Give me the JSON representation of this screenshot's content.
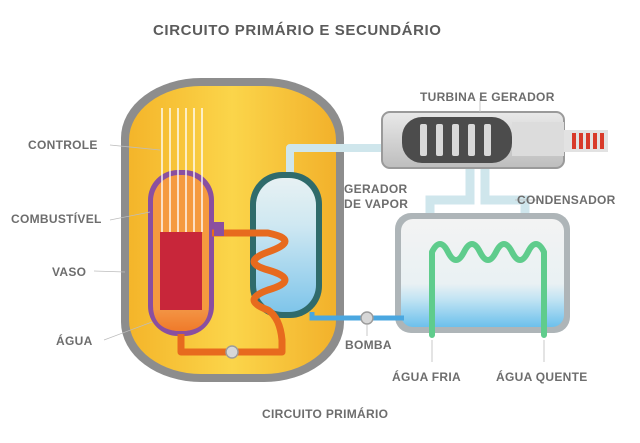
{
  "title": "CIRCUITO PRIMÁRIO E SECUNDÁRIO",
  "labels": {
    "controle": "CONTROLE",
    "combustivel": "COMBUSTÍVEL",
    "vaso": "VASO",
    "agua": "ÁGUA",
    "turbina_gerador": "TURBINA E GERADOR",
    "gerador_vapor_line1": "GERADOR",
    "gerador_vapor_line2": "DE VAPOR",
    "condensador": "CONDENSADOR",
    "bomba": "BOMBA",
    "agua_fria": "ÁGUA FRIA",
    "agua_quente": "ÁGUA QUENTE",
    "circuito_primario": "CIRCUITO PRIMÁRIO"
  },
  "colors": {
    "vessel_outline": "#8a8a8a",
    "vessel_fill": "#f6c12b",
    "fuel": "#c8263a",
    "primary_pipe": "#e76a1e",
    "steam_generator_water": "#a9d8ee",
    "secondary_pipe": "#cfe7ee",
    "condenser_coil": "#5ecb8b",
    "condenser_water": "#9fd6ee",
    "cold_pipe": "#4aa7e0"
  }
}
